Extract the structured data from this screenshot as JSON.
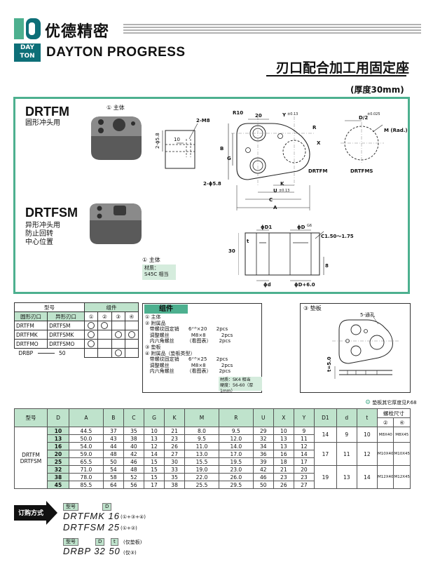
{
  "brand": {
    "cn": "优德精密",
    "logo_text": "JD",
    "box_line1": "DAY",
    "box_line2": "TON",
    "en": "DAYTON PROGRESS"
  },
  "page": {
    "title": "刃口配合加工用固定座",
    "subtitle": "(厚度30mm)"
  },
  "products": [
    {
      "code": "DRTFM",
      "desc": [
        "圆形冲头用"
      ]
    },
    {
      "code": "DRTFSM",
      "desc": [
        "异形冲头用",
        "防止回转",
        "中心位置"
      ]
    }
  ],
  "main_body": {
    "label_top": "① 主体",
    "label_bottom": "① 主体",
    "material_label": "材质：",
    "material": "S45C 相当"
  },
  "dims": {
    "r10": "R10",
    "w20": "20",
    "y": "Y",
    "tol013": "±0.13",
    "two_m8": "2-M8",
    "r": "R",
    "x": "X",
    "b": "B",
    "g": "G",
    "k": "K",
    "u": "U",
    "c": "C",
    "a": "A",
    "two_phi58_v": "2-ϕ5.8",
    "two_phi58": "2-ϕ5.8",
    "ten": "10",
    "d2": "D/2",
    "d2_tol": "±0.025",
    "m_rad": "M (Rad.)",
    "lbl_drtfm": "DRTFM",
    "lbl_drtfms": "DRTFMS",
    "phid1": "ϕD1",
    "phid": "ϕD",
    "g6": "G6",
    "t": "t",
    "c150": "C1.50～1.75",
    "thirty": "30",
    "eight": "8",
    "phi_d": "ϕd",
    "phid6": "ϕD+6.0"
  },
  "table1": {
    "h_model": "型号",
    "h_comp": "组件",
    "h_round": "圆形刃口",
    "h_shape": "异形刃口",
    "h_nums": [
      "①",
      "②",
      "③",
      "④"
    ],
    "rows": [
      {
        "a": "DRTFM",
        "b": "DRTFSM",
        "c": [
          1,
          1,
          0,
          0
        ]
      },
      {
        "a": "DRTFMK",
        "b": "DRTFSMK",
        "c": [
          1,
          0,
          1,
          1
        ]
      },
      {
        "a": "DRTFMO",
        "b": "DRTFSMO",
        "c": [
          1,
          0,
          0,
          0
        ]
      }
    ],
    "drbp": "DRBP",
    "drbp_num": "50"
  },
  "components": {
    "title": "组件",
    "lines": [
      "① 主体",
      "② 附属品",
      "   带螺纹固定销      6ᵐ⁵×20      2pcs",
      "   调整螺丝              M8×8          2pcs",
      "   内六角螺丝        （看图表）     2pcs",
      "③ 垫板",
      "④ 附属品（垫板类型）",
      "   带螺纹固定销      6ᵐ⁵×25      2pcs",
      "   调整螺丝              M8×8          2pcs",
      "   内六角螺丝        （看图表）     2pcs"
    ],
    "mat1": "材质：SK4 相当",
    "mat2": "硬度：56-60（厚1mm）"
  },
  "pad": {
    "label": "③ 垫板",
    "holes": "5-通孔",
    "t": "t=5.0"
  },
  "footnote": "垫板其它厚度见P.68",
  "table2": {
    "headers": [
      "型号",
      "D",
      "A",
      "B",
      "C",
      "G",
      "K",
      "M",
      "R",
      "U",
      "X",
      "Y",
      "D1",
      "d",
      "t",
      "螺栓尺寸"
    ],
    "bolt_sub": [
      "②",
      "④"
    ],
    "model1": "DRTFM",
    "model2": "DRTFSM",
    "rows": [
      [
        "10",
        "44.5",
        "37",
        "35",
        "10",
        "21",
        "8.0",
        "9.5",
        "29",
        "10",
        "9"
      ],
      [
        "13",
        "50.0",
        "43",
        "38",
        "13",
        "23",
        "9.5",
        "12.0",
        "32",
        "13",
        "11"
      ],
      [
        "16",
        "54.0",
        "44",
        "40",
        "12",
        "26",
        "11.0",
        "14.0",
        "34",
        "13",
        "12"
      ],
      [
        "20",
        "59.0",
        "48",
        "42",
        "14",
        "27",
        "13.0",
        "17.0",
        "36",
        "16",
        "14"
      ],
      [
        "25",
        "65.5",
        "50",
        "46",
        "15",
        "30",
        "15.5",
        "19.5",
        "39",
        "18",
        "17"
      ],
      [
        "32",
        "71.0",
        "54",
        "48",
        "15",
        "33",
        "19.0",
        "23.0",
        "42",
        "21",
        "20"
      ],
      [
        "38",
        "78.0",
        "58",
        "52",
        "15",
        "35",
        "22.0",
        "26.0",
        "46",
        "23",
        "23"
      ],
      [
        "45",
        "85.5",
        "64",
        "56",
        "17",
        "38",
        "25.5",
        "29.5",
        "50",
        "26",
        "27"
      ]
    ],
    "groups": [
      {
        "d1": "14",
        "d": "9",
        "t": "10",
        "b2": "M8X40",
        "b4": "M8X45"
      },
      {
        "d1": "17",
        "d": "11",
        "t": "12",
        "b2": "M10X40",
        "b4": "M10X45"
      },
      {
        "d1": "19",
        "d": "13",
        "t": "14",
        "b2": "M12X40",
        "b4": "M12X45"
      }
    ]
  },
  "order": {
    "label": "订购方式",
    "tag_model": "型号",
    "tag_d": "D",
    "tag_t": "t",
    "ex1": "DRTFMK 16",
    "ex1_note": "(①+③+④)",
    "ex2": "DRTFSM 25",
    "ex2_note": "(①+②)",
    "ex3": "DRBP  32  50",
    "ex3_note": "(仅③)",
    "only_pad": "(仅垫板)"
  }
}
